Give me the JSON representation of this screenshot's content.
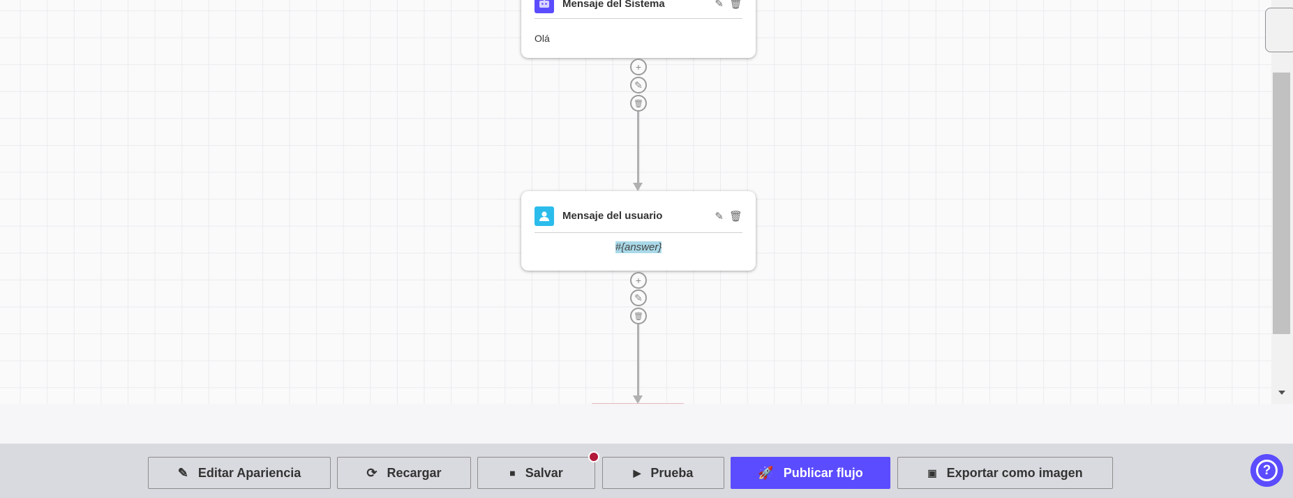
{
  "canvas": {
    "nodes": [
      {
        "title": "Mensaje del Sistema",
        "body": "Olá",
        "icon": "robot-icon",
        "color": "#5b4cff"
      },
      {
        "title": "Mensaje del usuario",
        "body": "#{answer}",
        "icon": "user-icon",
        "color": "#2bbcec"
      }
    ]
  },
  "toolbar": {
    "edit_appearance": "Editar Apariencia",
    "reload": "Recargar",
    "save": "Salvar",
    "test": "Prueba",
    "publish": "Publicar flujo",
    "export": "Exportar como imagen",
    "help": "?"
  },
  "colors": {
    "accent": "#5b4cff",
    "unsaved_dot": "#b3193a"
  }
}
